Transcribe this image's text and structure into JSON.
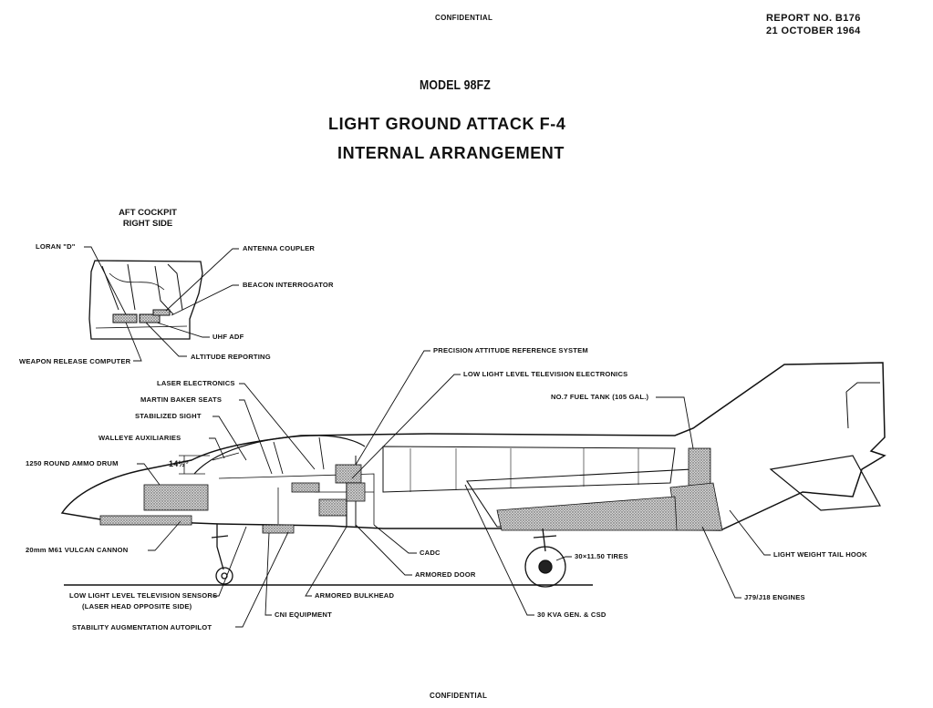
{
  "header": {
    "classification_top": "CONFIDENTIAL",
    "report_no": "REPORT NO. B176",
    "report_date": "21 OCTOBER 1964",
    "model": "MODEL 98FZ",
    "title_line1": "LIGHT GROUND ATTACK F-4",
    "title_line2": "INTERNAL ARRANGEMENT"
  },
  "inset": {
    "title_line1": "AFT COCKPIT",
    "title_line2": "RIGHT SIDE",
    "labels": {
      "loran": "LORAN \"D\"",
      "antenna_coupler": "ANTENNA COUPLER",
      "beacon_interrogator": "BEACON INTERROGATOR",
      "uhf_adf": "UHF ADF",
      "altitude_reporting": "ALTITUDE REPORTING",
      "weapon_release_computer": "WEAPON RELEASE COMPUTER"
    }
  },
  "callouts": {
    "precision_attitude": "PRECISION ATTITUDE REFERENCE SYSTEM",
    "lltv_electronics": "LOW LIGHT LEVEL TELEVISION ELECTRONICS",
    "fuel_tank": "NO.7 FUEL TANK (105 GAL.)",
    "laser_electronics": "LASER ELECTRONICS",
    "martin_baker": "MARTIN BAKER SEATS",
    "stabilized_sight": "STABILIZED SIGHT",
    "walleye": "WALLEYE AUXILIARIES",
    "ammo_drum": "1250 ROUND AMMO DRUM",
    "angle": "14½°",
    "vulcan": "20mm M61 VULCAN CANNON",
    "cadc": "CADC",
    "armored_door": "ARMORED DOOR",
    "armored_bulkhead": "ARMORED BULKHEAD",
    "lltv_sensors": "LOW LIGHT LEVEL TELEVISION SENSORS",
    "lltv_sensors_note": "(LASER HEAD OPPOSITE SIDE)",
    "cni": "CNI EQUIPMENT",
    "stability_aug": "STABILITY AUGMENTATION AUTOPILOT",
    "tires": "30×11.50 TIRES",
    "tail_hook": "LIGHT WEIGHT TAIL HOOK",
    "engines": "J79/J18 ENGINES",
    "kva": "30 KVA GEN. & CSD"
  },
  "footer": {
    "classification_bottom": "CONFIDENTIAL"
  }
}
